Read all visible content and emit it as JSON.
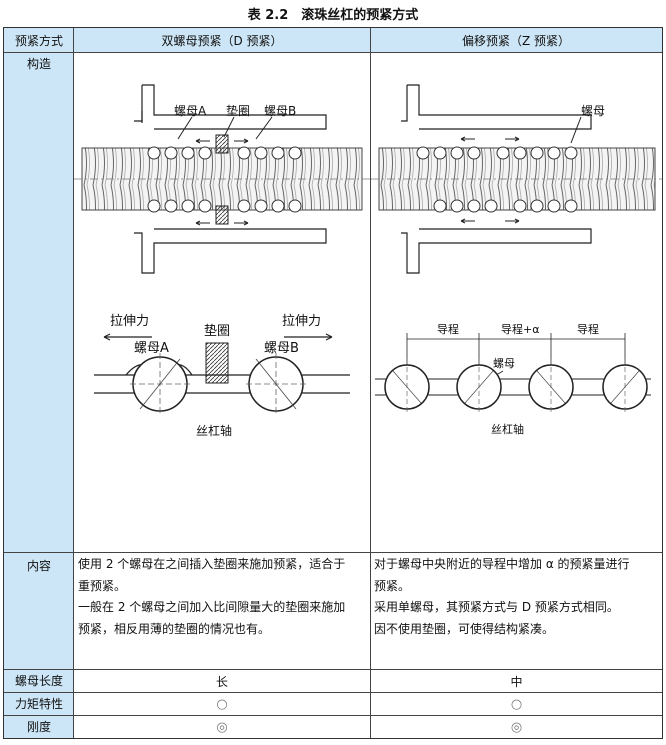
{
  "title": "表 2.2　滚珠丝杠的预紧方式",
  "headers": {
    "col1": "预紧方式",
    "col2": "双螺母预紧（D 预紧）",
    "col3": "偏移预紧（Z 预紧）"
  },
  "rows": {
    "structure": "构造",
    "content": "内容",
    "nut_length": "螺母长度",
    "torque": "力矩特性",
    "rigidity": "刚度"
  },
  "diagram_d": {
    "nut_a": "螺母A",
    "spacer": "垫圈",
    "nut_b": "螺母B",
    "tension_left": "拉伸力",
    "tension_right": "拉伸力",
    "nut_a2": "螺母A",
    "spacer2": "垫圈",
    "nut_b2": "螺母B",
    "shaft": "丝杠轴"
  },
  "diagram_z": {
    "nut": "螺母",
    "lead1": "导程",
    "lead2": "导程+α",
    "lead3": "导程",
    "nut2": "螺母",
    "shaft": "丝杠轴"
  },
  "content_d": [
    "使用 2 个螺母在之间插入垫圈来施加预紧，适合于",
    "重预紧。",
    "一般在 2 个螺母之间加入比间隙量大的垫圈来施加",
    "预紧，相反用薄的垫圈的情况也有。"
  ],
  "content_z": [
    "对于螺母中央附近的导程中增加 α 的预紧量进行",
    "预紧。",
    "采用单螺母，其预紧方式与 D 预紧方式相同。",
    "因不使用垫圈，可使得结构紧凑。"
  ],
  "values": {
    "d_length": "长",
    "z_length": "中",
    "d_torque": "○",
    "z_torque": "○",
    "d_rigidity": "◎",
    "z_rigidity": "◎"
  }
}
